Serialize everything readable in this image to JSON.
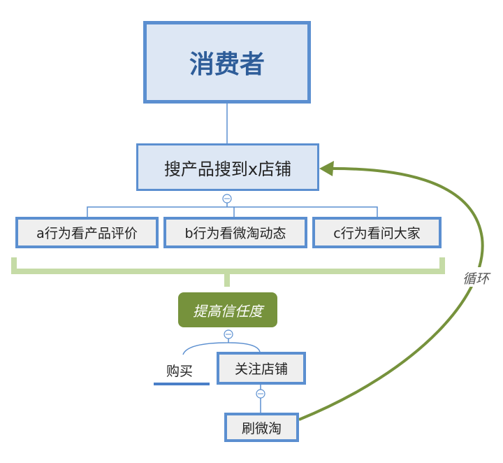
{
  "root": {
    "label": "消费者"
  },
  "search": {
    "label": "搜产品搜到x店铺"
  },
  "behaviors": [
    {
      "label": "a行为看产品评价"
    },
    {
      "label": "b行为看微淘动态"
    },
    {
      "label": "c行为看问大家"
    }
  ],
  "trust": {
    "label": "提高信任度"
  },
  "buy": {
    "label": "购买"
  },
  "follow": {
    "label": "关注店铺"
  },
  "browse": {
    "label": "刷微淘"
  },
  "loop": {
    "label": "循环"
  },
  "colors": {
    "blue": "#5b8fd0",
    "green": "#76923c",
    "lightgreen": "#c5dba6"
  }
}
